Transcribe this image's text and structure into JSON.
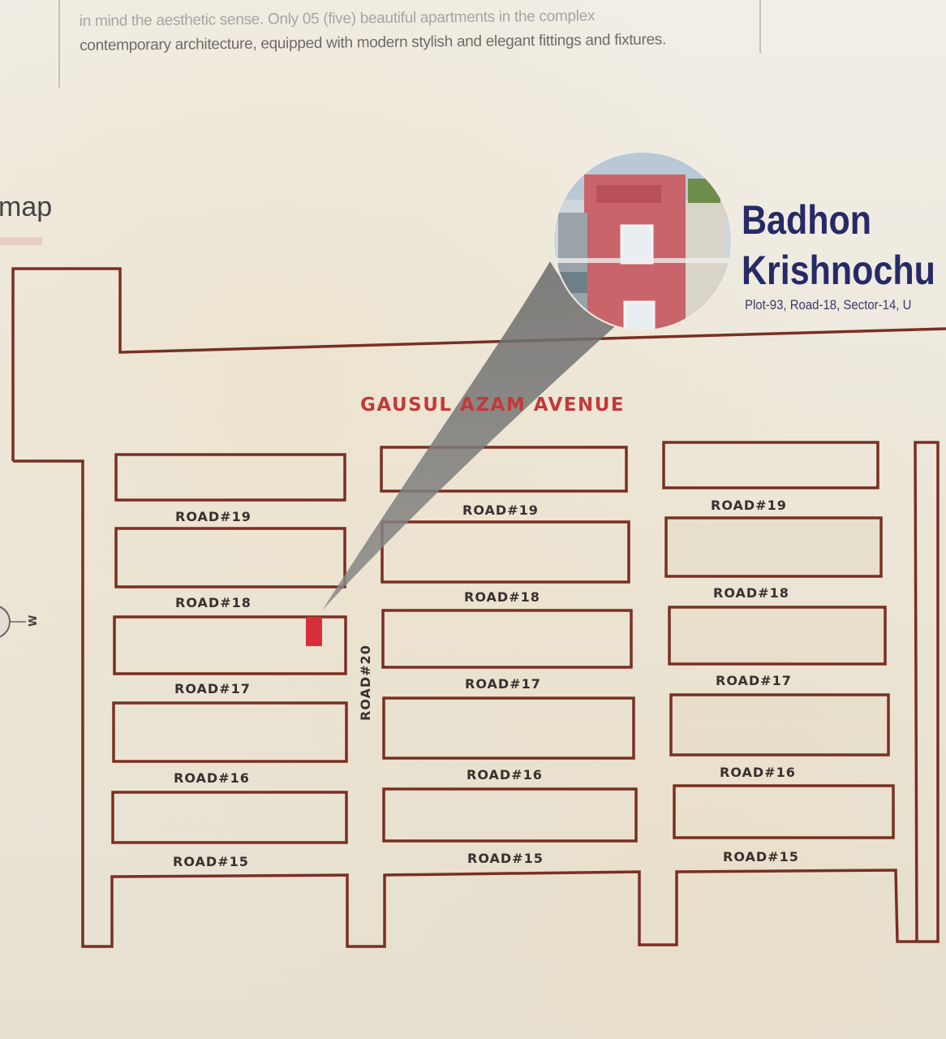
{
  "intro": {
    "line1": "in mind the aesthetic sense. Only 05 (five) beautiful apartments in the complex",
    "line2": "contemporary architecture, equipped with modern stylish and elegant fittings and fixtures."
  },
  "section_label": "map",
  "project": {
    "name_line1": "Badhon",
    "name_line2": "Krishnochu",
    "address": "Plot-93, Road-18, Sector-14, U"
  },
  "map": {
    "avenue_label": "GAUSUL AZAM AVENUE",
    "vertical_road_label": "ROAD#20",
    "road_labels_col1": [
      "ROAD#19",
      "ROAD#18",
      "ROAD#17",
      "ROAD#16",
      "ROAD#15"
    ],
    "road_labels_col2": [
      "ROAD#19",
      "ROAD#18",
      "ROAD#17",
      "ROAD#16",
      "ROAD#15"
    ],
    "road_labels_col3": [
      "ROAD#19",
      "ROAD#18",
      "ROAD#17",
      "ROAD#16",
      "ROAD#15"
    ],
    "compass_letter": "W",
    "colors": {
      "outline": "#7a2f22",
      "plot_marker": "#d6303a",
      "avenue_text": "#c23a3a",
      "brand_text": "#262a66"
    }
  }
}
